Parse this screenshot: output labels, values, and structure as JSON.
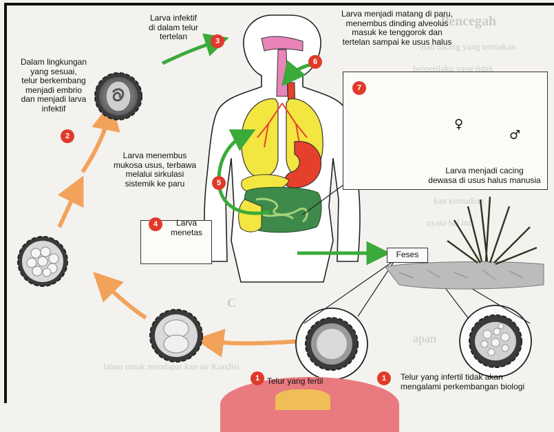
{
  "stages": {
    "s1_fertile": {
      "num": "1",
      "text": "Telur yang fertil"
    },
    "s1_infertile": {
      "num": "1",
      "text_line1": "Telur yang infertil tidak akan",
      "text_line2": "mengalami perkembangan biologi"
    },
    "s2": {
      "num": "2",
      "lines": [
        "Dalam lingkungan",
        "yang sesuai,",
        "telur berkembang",
        "menjadi embrio",
        "dan menjadi larva",
        "infektif"
      ]
    },
    "s3": {
      "num": "3",
      "lines": [
        "Larva infektif",
        "di dalam telur",
        "tertelan"
      ]
    },
    "s4": {
      "num": "4",
      "lines": [
        "Larva",
        "menetas"
      ]
    },
    "s5": {
      "num": "5",
      "lines": [
        "Larva menembus",
        "mukosa usus, terbawa",
        "melalui sirkulasi",
        "sistemik ke paru"
      ]
    },
    "s6": {
      "num": "6",
      "lines": [
        "Larva menjadi matang di paru,",
        "menembus dinding alveolus",
        "masuk ke tenggorok dan",
        "tertelan sampai ke usus halus"
      ]
    },
    "s7": {
      "num": "7",
      "lines": [
        "Larva menjadi cacing",
        "dewasa di usus halus manusia"
      ]
    }
  },
  "feses_label": "Feses",
  "female_symbol": "♀",
  "male_symbol": "♂",
  "colors": {
    "badge": "#e03a2a",
    "green_arrow": "#3aaa3a",
    "orange_arrow": "#f2a25a",
    "lung": "#f3e640",
    "intestine": "#3e8a4a",
    "stomach": "#e5402c",
    "trachea": "#e884b8"
  }
}
